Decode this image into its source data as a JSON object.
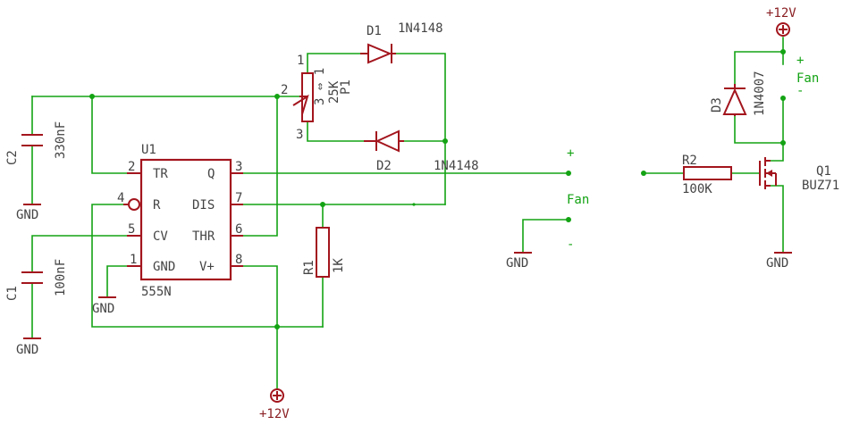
{
  "u1": {
    "ref": "U1",
    "value": "555N",
    "pins": [
      {
        "num": "2",
        "name": "TR"
      },
      {
        "num": "3",
        "name": "Q"
      },
      {
        "num": "4",
        "name": "R"
      },
      {
        "num": "7",
        "name": "DIS"
      },
      {
        "num": "5",
        "name": "CV"
      },
      {
        "num": "6",
        "name": "THR"
      },
      {
        "num": "1",
        "name": "GND"
      },
      {
        "num": "8",
        "name": "V+"
      }
    ]
  },
  "c2": {
    "ref": "C2",
    "value": "330nF"
  },
  "c1": {
    "ref": "C1",
    "value": "100nF"
  },
  "d1": {
    "ref": "D1",
    "value": "1N4148"
  },
  "d2": {
    "ref": "D2",
    "value": "1N4148"
  },
  "p1": {
    "ref": "P1",
    "value": "25K",
    "pins": [
      "1",
      "2",
      "3"
    ],
    "wiper_mark": "3 ⇔ 1"
  },
  "r1": {
    "ref": "R1",
    "value": "1K"
  },
  "r2": {
    "ref": "R2",
    "value": "100K"
  },
  "d3": {
    "ref": "D3",
    "value": "1N4007"
  },
  "q1": {
    "ref": "Q1",
    "value": "BUZ71"
  },
  "fan_left": {
    "plus": "+",
    "label": "Fan",
    "minus": "-"
  },
  "fan_right": {
    "plus": "+",
    "label": "Fan",
    "minus": "-"
  },
  "gnd": "GND",
  "supply": "+12V",
  "colors": {
    "wire": "#13a313",
    "symbol": "#a3151d",
    "text": "#444444"
  }
}
